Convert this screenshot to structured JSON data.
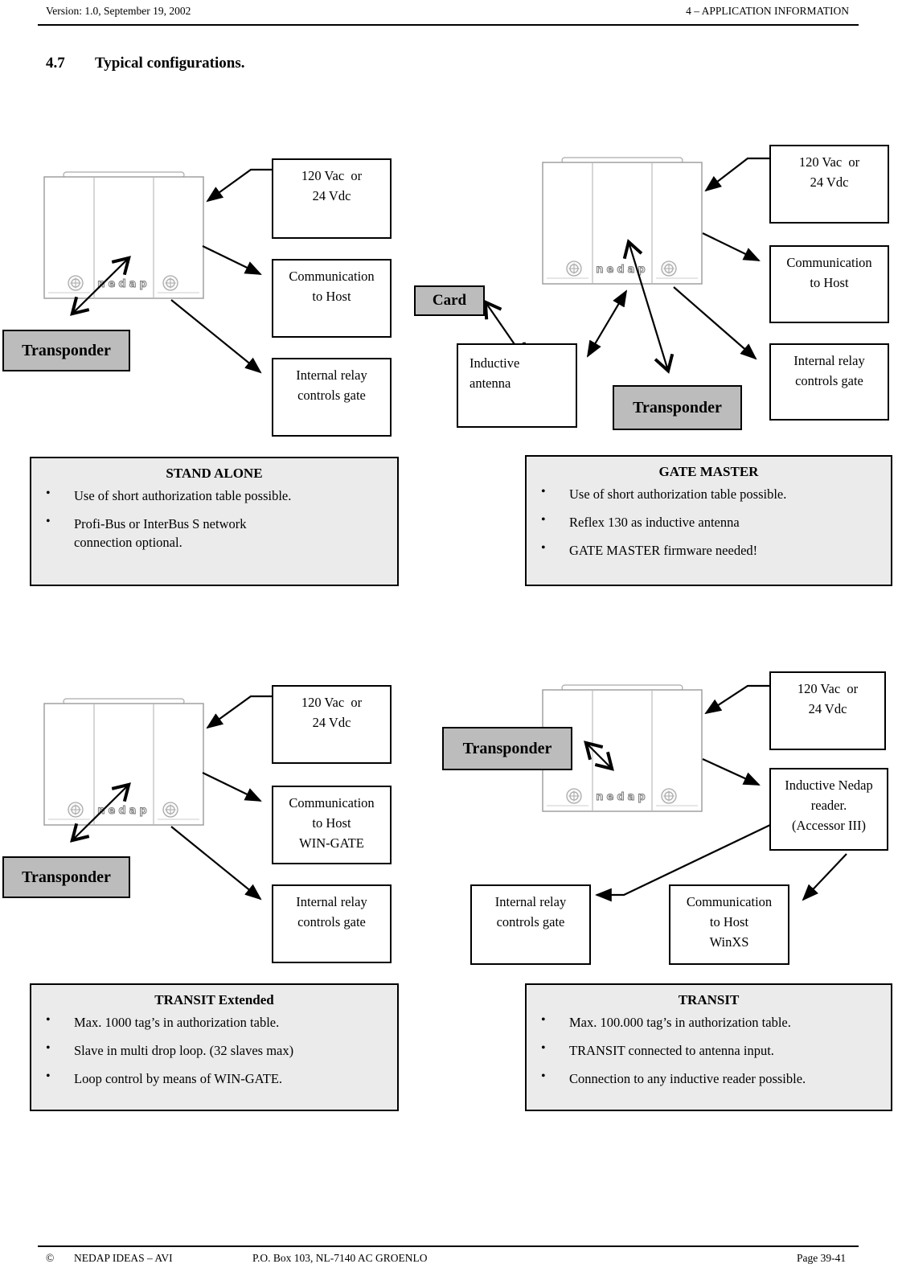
{
  "header": {
    "left": "Version: 1.0, September 19, 2002",
    "right": "4 – APPLICATION INFORMATION"
  },
  "title": {
    "number": "4.7",
    "text": "Typical configurations."
  },
  "glyphs": {
    "bullet": "•"
  },
  "device": {
    "logo": "nedap"
  },
  "colors": {
    "label_box_gray": "#bcbcbc",
    "info_box_gray": "#ebebeb"
  },
  "diagrams": {
    "stand_alone": {
      "power": [
        "120 Vac  or",
        "24 Vdc"
      ],
      "comm": [
        "Communication",
        "to Host"
      ],
      "relay": [
        "Internal relay",
        "controls gate"
      ],
      "transponder": "Transponder",
      "info": {
        "title": "STAND ALONE",
        "bullets": [
          "Use of short authorization table possible.",
          "Profi-Bus or InterBus S network\nconnection optional."
        ]
      }
    },
    "gate_master": {
      "power": [
        "120 Vac  or",
        "24 Vdc"
      ],
      "comm": [
        "Communication",
        "to Host"
      ],
      "relay": [
        "Internal relay",
        "controls gate"
      ],
      "card": "Card",
      "antenna": [
        "Inductive",
        "antenna"
      ],
      "transponder": "Transponder",
      "info": {
        "title": "GATE MASTER",
        "bullets": [
          "Use of short authorization table possible.",
          "Reflex 130 as inductive antenna",
          "GATE MASTER firmware needed!"
        ]
      }
    },
    "transit_extended": {
      "power": [
        "120 Vac  or",
        "24 Vdc"
      ],
      "comm": [
        "Communication",
        "to Host",
        "WIN-GATE"
      ],
      "relay": [
        "Internal relay",
        "controls gate"
      ],
      "transponder": "Transponder",
      "info": {
        "title": "TRANSIT Extended",
        "bullets": [
          "Max. 1000 tag’s in authorization table.",
          "Slave in multi drop loop. (32 slaves max)",
          "Loop control by means of WIN-GATE."
        ]
      }
    },
    "transit": {
      "power": [
        "120 Vac  or",
        "24 Vdc"
      ],
      "reader": [
        "Inductive Nedap",
        "reader.",
        "(Accessor III)"
      ],
      "relay": [
        "Internal relay",
        "controls gate"
      ],
      "comm": [
        "Communication",
        "to Host",
        "WinXS"
      ],
      "transponder": "Transponder",
      "info": {
        "title": "TRANSIT",
        "bullets": [
          "Max. 100.000 tag’s in authorization table.",
          "TRANSIT connected to antenna input.",
          "Connection to any inductive reader possible."
        ]
      }
    }
  },
  "footer": {
    "copyright": "©",
    "company": "NEDAP IDEAS – AVI",
    "address": "P.O. Box 103, NL-7140 AC GROENLO",
    "page": "Page 39-41"
  }
}
